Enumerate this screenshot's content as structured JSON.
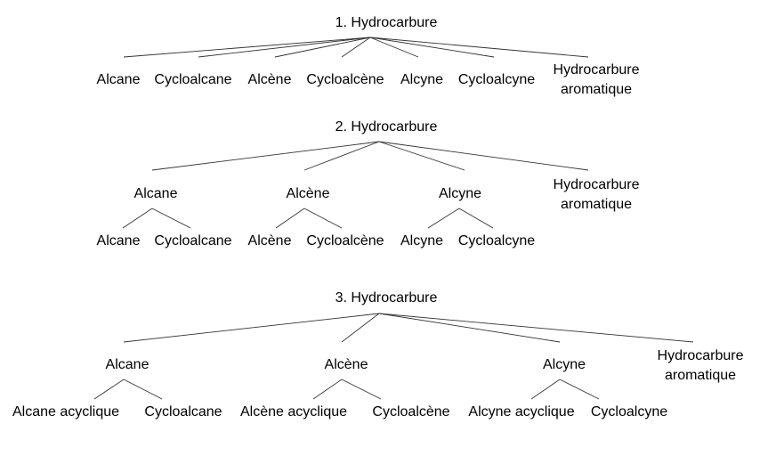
{
  "trees": [
    {
      "root": "1. Hydrocarbure",
      "children": [
        "Alcane",
        "Cycloalcane",
        "Alcène",
        "Cycloalcène",
        "Alcyne",
        "Cycloalcyne",
        "Hydrocarbure aromatique"
      ]
    },
    {
      "root": "2. Hydrocarbure",
      "groups": [
        {
          "label": "Alcane",
          "children": [
            "Alcane",
            "Cycloalcane"
          ]
        },
        {
          "label": "Alcène",
          "children": [
            "Alcène",
            "Cycloalcène"
          ]
        },
        {
          "label": "Alcyne",
          "children": [
            "Alcyne",
            "Cycloalcyne"
          ]
        },
        {
          "label": "Hydrocarbure aromatique",
          "children": []
        }
      ]
    },
    {
      "root": "3. Hydrocarbure",
      "groups": [
        {
          "label": "Alcane",
          "children": [
            "Alcane acyclique",
            "Cycloalcane"
          ]
        },
        {
          "label": "Alcène",
          "children": [
            "Alcène acyclique",
            "Cycloalcène"
          ]
        },
        {
          "label": "Alcyne",
          "children": [
            "Alcyne acyclique",
            "Cycloalcyne"
          ]
        },
        {
          "label": "Hydrocarbure aromatique",
          "children": []
        }
      ]
    }
  ]
}
